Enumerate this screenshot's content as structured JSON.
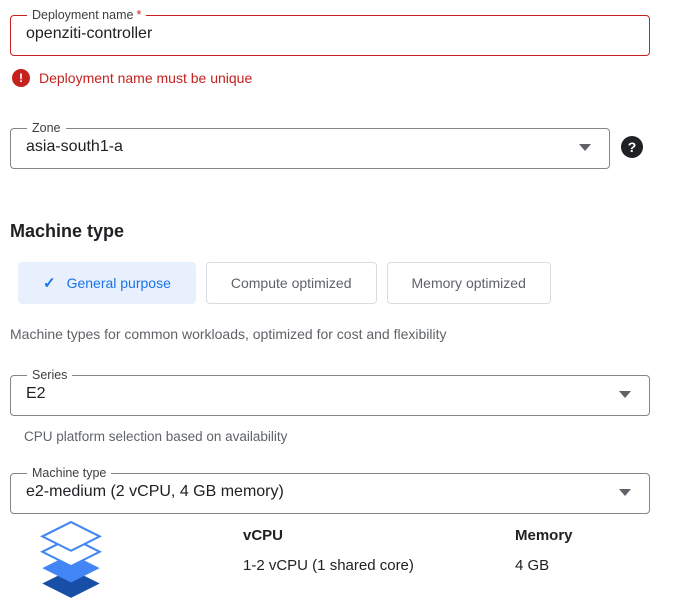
{
  "form": {
    "deployment_name": {
      "label": "Deployment name",
      "required_marker": "*",
      "value": "openziti-controller",
      "error_message": "Deployment name must be unique"
    },
    "zone": {
      "label": "Zone",
      "value": "asia-south1-a"
    },
    "machine_type_section": {
      "heading": "Machine type",
      "tabs": [
        {
          "label": "General purpose",
          "selected": true
        },
        {
          "label": "Compute optimized",
          "selected": false
        },
        {
          "label": "Memory optimized",
          "selected": false
        }
      ],
      "description": "Machine types for common workloads, optimized for cost and flexibility",
      "series": {
        "label": "Series",
        "value": "E2",
        "helper": "CPU platform selection based on availability"
      },
      "machine_type": {
        "label": "Machine type",
        "value": "e2-medium (2 vCPU, 4 GB memory)"
      },
      "spec": {
        "columns": [
          {
            "header": "vCPU",
            "value": "1-2 vCPU (1 shared core)"
          },
          {
            "header": "Memory",
            "value": "4 GB"
          }
        ]
      }
    }
  },
  "icons": {
    "error": "!",
    "help": "?",
    "check": "✓",
    "machine_series": "stacked-layers-icon"
  },
  "colors": {
    "error_red": "#c5221f",
    "accent_blue": "#1a73e8",
    "selected_tab_bg": "#e8f0fe",
    "field_border": "#80868b",
    "muted_text": "#5f6368"
  }
}
